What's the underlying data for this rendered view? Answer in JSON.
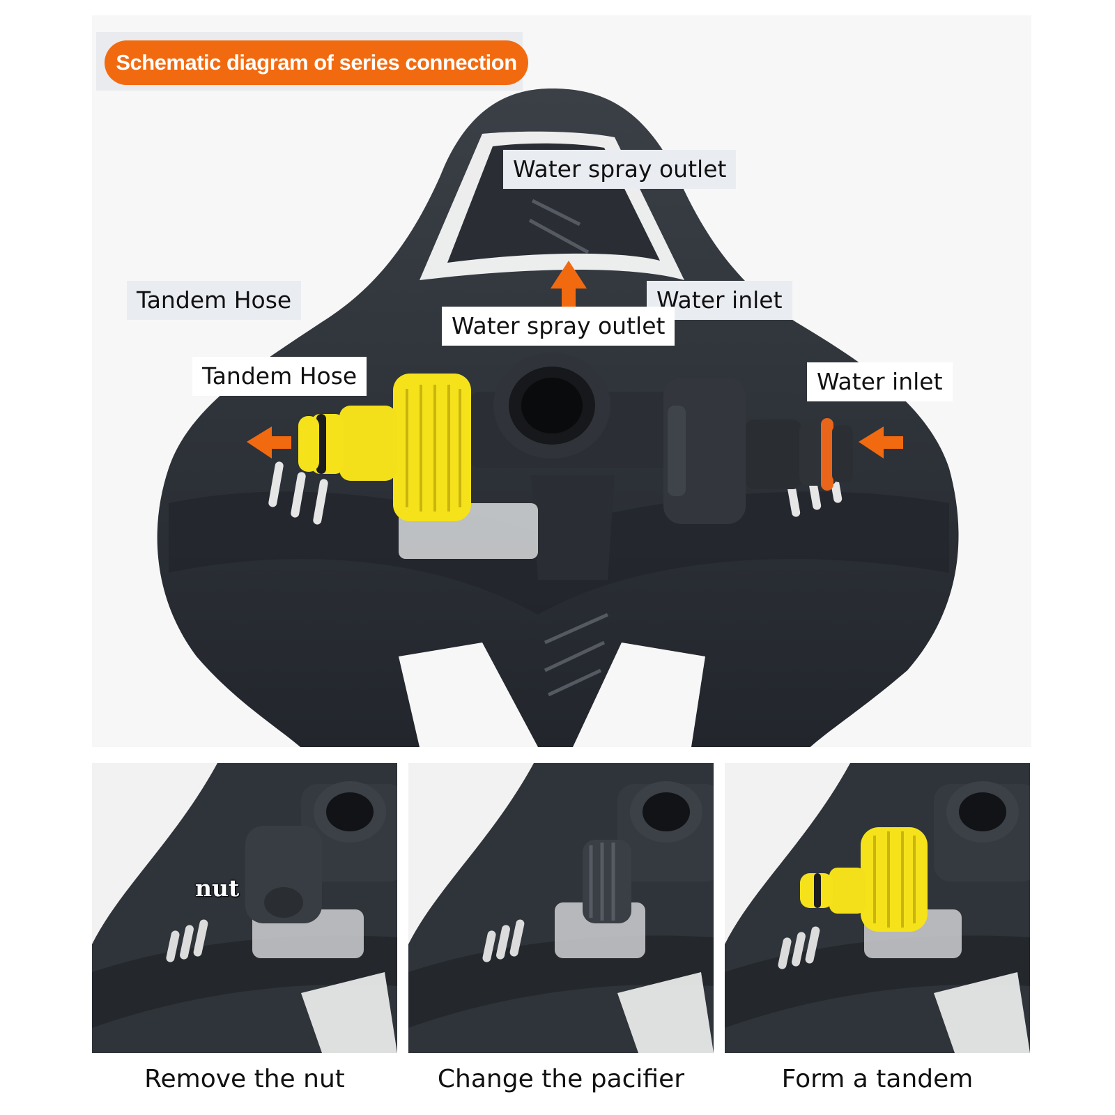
{
  "title": "Schematic diagram of series connection",
  "labels": {
    "spray_outlet_top": "Water spray outlet",
    "spray_outlet_center": "Water spray outlet",
    "tandem_hose_upper": "Tandem Hose",
    "tandem_hose_lower": "Tandem Hose",
    "water_inlet_upper": "Water inlet",
    "water_inlet_lower": "Water inlet"
  },
  "steps": [
    {
      "caption": "Remove the nut",
      "callout": "nut"
    },
    {
      "caption": "Change the pacifier"
    },
    {
      "caption": "Form a tandem"
    }
  ],
  "colors": {
    "accent": "#f26a10",
    "body": "#2c3037",
    "connector_yellow": "#f5e21b",
    "oring_orange": "#e8651a"
  },
  "icons": {
    "arrow_up": "arrow-up-icon",
    "arrow_left_out": "arrow-left-icon",
    "arrow_left_in": "arrow-left-icon"
  }
}
